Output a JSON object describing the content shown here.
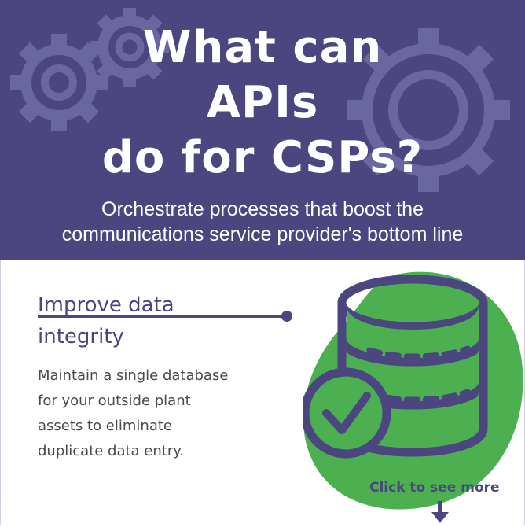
{
  "header": {
    "title_lines": [
      "What can",
      "APIs",
      "do for CSPs?"
    ],
    "subtitle_lines": [
      "Orchestrate processes that boost the",
      "communications service provider's bottom line"
    ]
  },
  "section": {
    "heading_lines": [
      "Improve data",
      "integrity"
    ],
    "description_lines": [
      "Maintain a single database",
      "for your outside plant",
      "assets to eliminate",
      "duplicate data entry."
    ]
  },
  "cta": {
    "label": "Click to see more"
  },
  "icons": [
    "gear-icon",
    "database-icon",
    "checkmark-icon",
    "arrow-down-icon"
  ],
  "colors": {
    "brand_purple": "#4b4680",
    "accent_green": "#4caf50",
    "text_gray": "#4a4a4a",
    "white": "#ffffff"
  }
}
